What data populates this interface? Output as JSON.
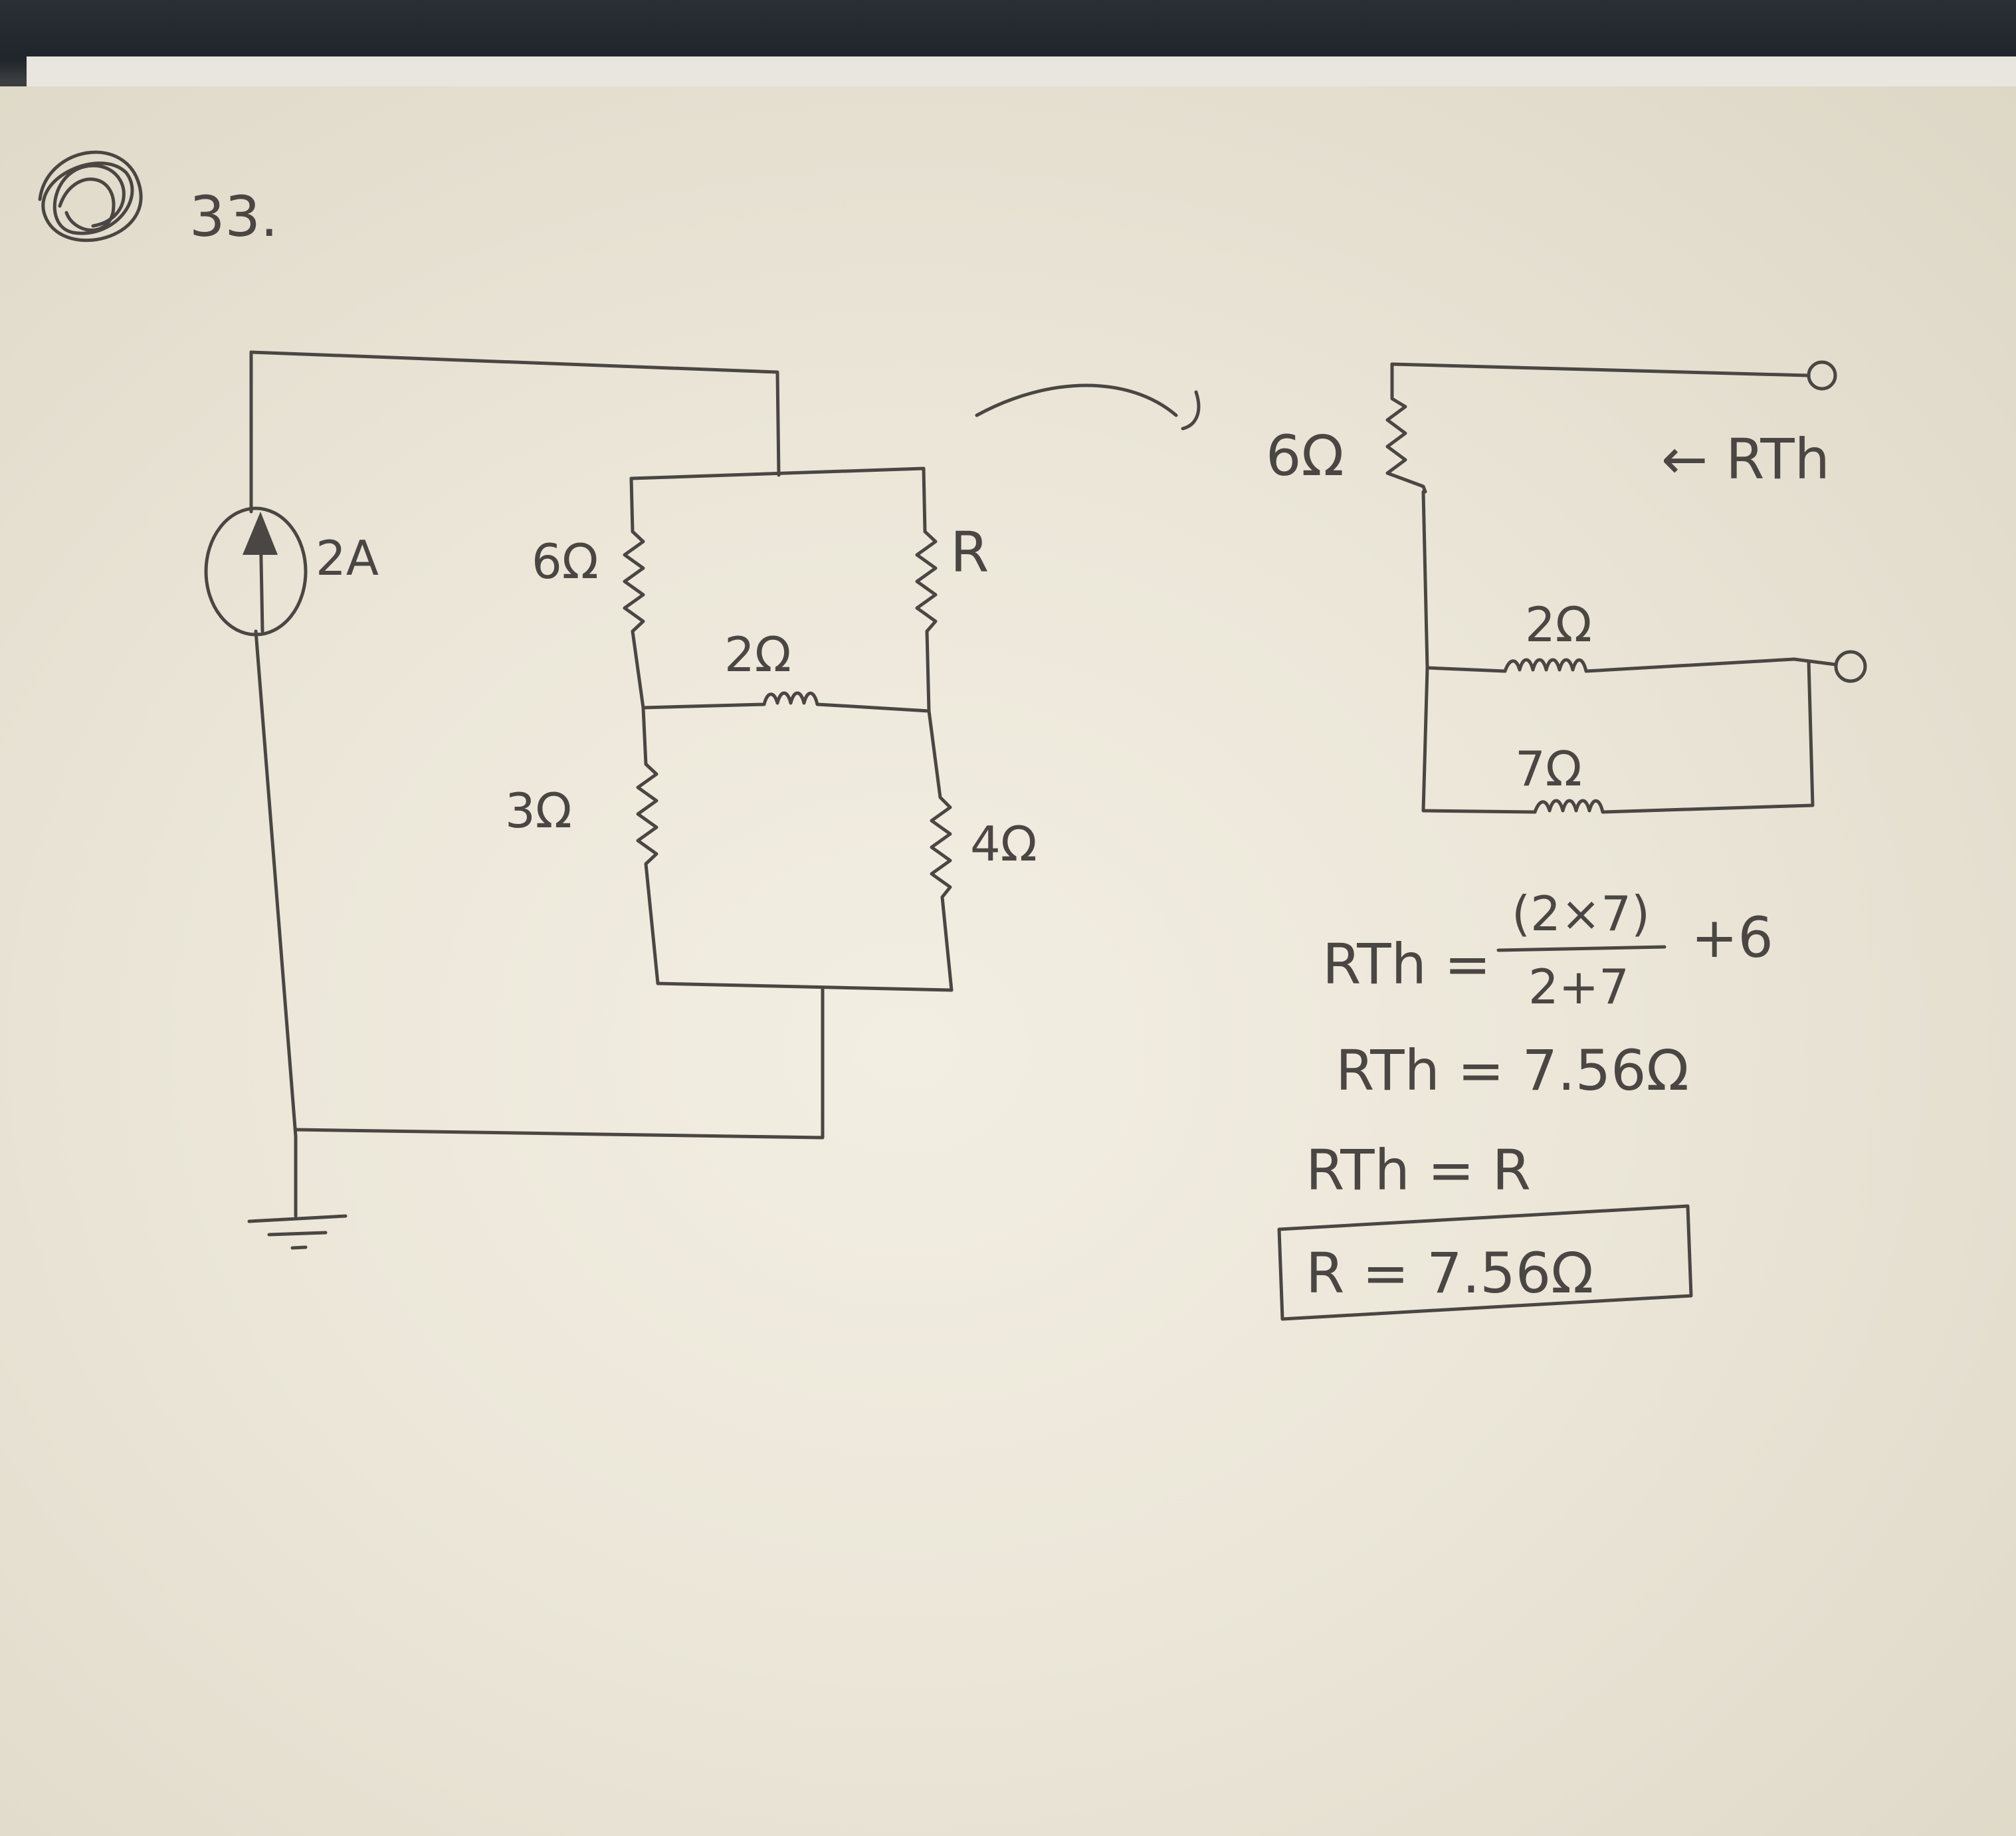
{
  "problem_number": "33.",
  "circuit": {
    "source_label": "2A",
    "r_top_left": "6Ω",
    "r_top_right": "R",
    "r_middle": "2Ω",
    "r_bottom_left": "3Ω",
    "r_bottom_right": "4Ω"
  },
  "equivalent": {
    "r_series": "6Ω",
    "rth_arrow": "← RTh",
    "r_parallel_a": "2Ω",
    "r_parallel_b": "7Ω"
  },
  "work": {
    "rth_prefix": "RTh =",
    "numerator": "(2×7)",
    "denominator": "2+7",
    "plus_term": "+6",
    "line2": "RTh = 7.56Ω",
    "line3": "RTh = R",
    "answer": "R = 7.56Ω"
  },
  "ink_color": "#4a4643",
  "paper_color": "#ebe6d8"
}
